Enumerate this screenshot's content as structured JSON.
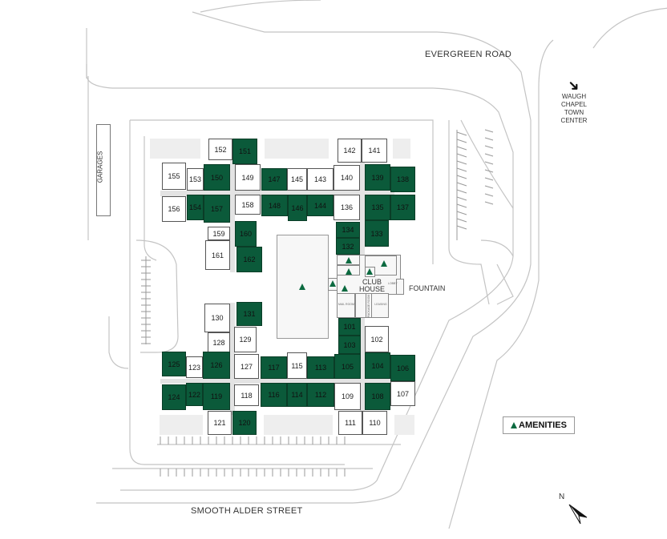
{
  "roads": {
    "north": "EVERGREEN ROAD",
    "south": "SMOOTH ALDER STREET"
  },
  "landmarks": {
    "garages": "GARAGES",
    "fountain": "FOUNTAIN",
    "town_center": [
      "WAUGH",
      "CHAPEL",
      "TOWN",
      "CENTER"
    ],
    "clubhouse": [
      "CLUB",
      "HOUSE"
    ],
    "lobby": "LOBBY",
    "mail_room": "MAIL ROOM",
    "package_room": "PACKAGE ROOM",
    "leasing": "LEASING"
  },
  "legend": {
    "amenities": "AMENITIES",
    "amenity_color": "#0b6a40"
  },
  "compass": "N",
  "colors": {
    "highlighted": "#0b5a3a",
    "unit": "#ffffff"
  },
  "units": [
    {
      "id": "152",
      "highlighted": false
    },
    {
      "id": "151",
      "highlighted": true
    },
    {
      "id": "142",
      "highlighted": false
    },
    {
      "id": "141",
      "highlighted": false
    },
    {
      "id": "155",
      "highlighted": false
    },
    {
      "id": "153",
      "highlighted": false
    },
    {
      "id": "150",
      "highlighted": true
    },
    {
      "id": "149",
      "highlighted": false
    },
    {
      "id": "147",
      "highlighted": true
    },
    {
      "id": "145",
      "highlighted": false
    },
    {
      "id": "143",
      "highlighted": false
    },
    {
      "id": "140",
      "highlighted": false
    },
    {
      "id": "139",
      "highlighted": true
    },
    {
      "id": "138",
      "highlighted": true
    },
    {
      "id": "156",
      "highlighted": false
    },
    {
      "id": "154",
      "highlighted": true
    },
    {
      "id": "157",
      "highlighted": true
    },
    {
      "id": "158",
      "highlighted": false
    },
    {
      "id": "148",
      "highlighted": true
    },
    {
      "id": "146",
      "highlighted": true
    },
    {
      "id": "144",
      "highlighted": true
    },
    {
      "id": "136",
      "highlighted": false
    },
    {
      "id": "135",
      "highlighted": true
    },
    {
      "id": "137",
      "highlighted": true
    },
    {
      "id": "159",
      "highlighted": false
    },
    {
      "id": "160",
      "highlighted": true
    },
    {
      "id": "161",
      "highlighted": false
    },
    {
      "id": "162",
      "highlighted": true
    },
    {
      "id": "134",
      "highlighted": true
    },
    {
      "id": "132",
      "highlighted": true
    },
    {
      "id": "133",
      "highlighted": true
    },
    {
      "id": "130",
      "highlighted": false
    },
    {
      "id": "131",
      "highlighted": true
    },
    {
      "id": "128",
      "highlighted": false
    },
    {
      "id": "129",
      "highlighted": false
    },
    {
      "id": "101",
      "highlighted": true
    },
    {
      "id": "103",
      "highlighted": true
    },
    {
      "id": "102",
      "highlighted": false
    },
    {
      "id": "125",
      "highlighted": true
    },
    {
      "id": "123",
      "highlighted": false
    },
    {
      "id": "126",
      "highlighted": true
    },
    {
      "id": "127",
      "highlighted": false
    },
    {
      "id": "117",
      "highlighted": true
    },
    {
      "id": "115",
      "highlighted": false
    },
    {
      "id": "113",
      "highlighted": true
    },
    {
      "id": "105",
      "highlighted": true
    },
    {
      "id": "104",
      "highlighted": true
    },
    {
      "id": "106",
      "highlighted": true
    },
    {
      "id": "124",
      "highlighted": true
    },
    {
      "id": "122",
      "highlighted": true
    },
    {
      "id": "119",
      "highlighted": true
    },
    {
      "id": "118",
      "highlighted": false
    },
    {
      "id": "116",
      "highlighted": true
    },
    {
      "id": "114",
      "highlighted": true
    },
    {
      "id": "112",
      "highlighted": true
    },
    {
      "id": "109",
      "highlighted": false
    },
    {
      "id": "108",
      "highlighted": true
    },
    {
      "id": "107",
      "highlighted": false
    },
    {
      "id": "121",
      "highlighted": false
    },
    {
      "id": "120",
      "highlighted": true
    },
    {
      "id": "111",
      "highlighted": false
    },
    {
      "id": "110",
      "highlighted": false
    }
  ]
}
